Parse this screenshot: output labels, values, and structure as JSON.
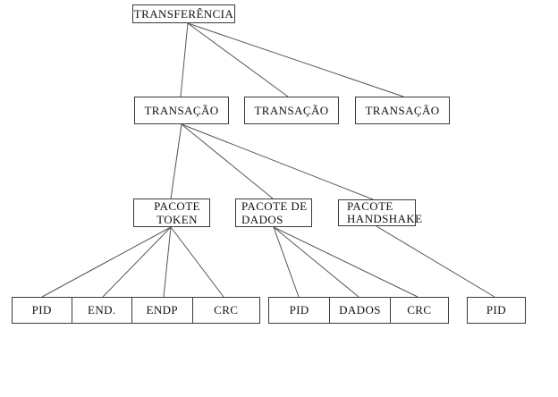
{
  "diagram": {
    "root": {
      "label": "TRANSFERÊNCIA"
    },
    "transactions": [
      {
        "label": "TRANSAÇÃO"
      },
      {
        "label": "TRANSAÇÃO"
      },
      {
        "label": "TRANSAÇÃO"
      }
    ],
    "packets": [
      {
        "line1": "PACOTE",
        "line2": "TOKEN"
      },
      {
        "line1": "PACOTE DE",
        "line2": "DADOS"
      },
      {
        "line1": "PACOTE",
        "line2": "HANDSHAKE"
      }
    ],
    "token_fields": [
      "PID",
      "END.",
      "ENDP",
      "CRC"
    ],
    "data_fields": [
      "PID",
      "DADOS",
      "CRC"
    ],
    "handshake_fields": [
      "PID"
    ]
  },
  "colors": {
    "background": "#ffffff",
    "box_border": "#3a3a3a",
    "connector": "#555555",
    "text": "#111111"
  }
}
